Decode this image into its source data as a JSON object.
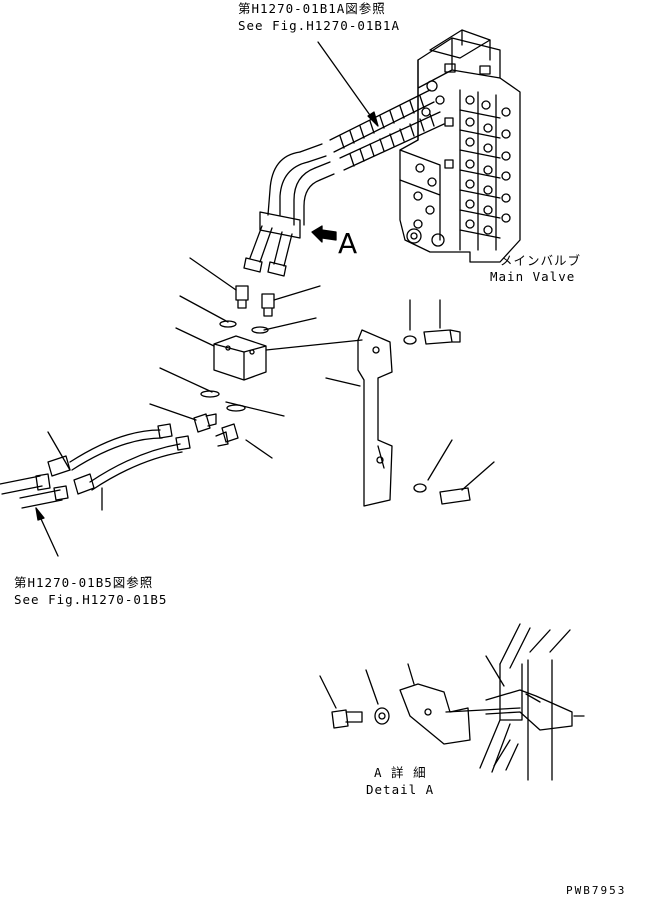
{
  "callouts": {
    "top_ref_jp": "第H1270-01B1A図参照",
    "top_ref_en": "See Fig.H1270-01B1A",
    "bottom_ref_jp": "第H1270-01B5図参照",
    "bottom_ref_en": "See Fig.H1270-01B5",
    "main_valve_jp": "メインバルブ",
    "main_valve_en": "Main Valve",
    "view_marker": "A",
    "detail_jp": "A 詳 細",
    "detail_en": "Detail A",
    "drawing_code": "PWB7953"
  }
}
